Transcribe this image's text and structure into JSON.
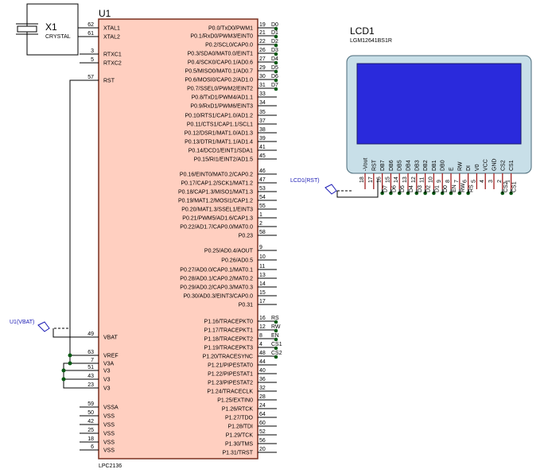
{
  "u1": {
    "ref": "U1",
    "part": "LPC2136",
    "left_pins": [
      {
        "num": "62",
        "name": "XTAL1"
      },
      {
        "num": "61",
        "name": "XTAL2"
      },
      {
        "num": "3",
        "name": "RTXC1"
      },
      {
        "num": "5",
        "name": "RTXC2"
      },
      {
        "num": "57",
        "name": "RST"
      },
      {
        "num": "49",
        "name": "VBAT"
      },
      {
        "num": "63",
        "name": "VREF"
      },
      {
        "num": "7",
        "name": "V3A"
      },
      {
        "num": "51",
        "name": "V3"
      },
      {
        "num": "43",
        "name": "V3"
      },
      {
        "num": "23",
        "name": "V3"
      },
      {
        "num": "59",
        "name": "VSSA"
      },
      {
        "num": "50",
        "name": "VSS"
      },
      {
        "num": "42",
        "name": "VSS"
      },
      {
        "num": "25",
        "name": "VSS"
      },
      {
        "num": "18",
        "name": "VSS"
      },
      {
        "num": "6",
        "name": "VSS"
      }
    ],
    "right_pins": [
      {
        "num": "19",
        "name": "P0.0/TxD0/PWM1",
        "net": "D0"
      },
      {
        "num": "21",
        "name": "P0.1/RxD0/PWM3/EINT0",
        "net": "D1"
      },
      {
        "num": "22",
        "name": "P0.2/SCL0/CAP0.0",
        "net": "D2"
      },
      {
        "num": "26",
        "name": "P0.3/SDA0/MAT0.0/EINT1",
        "net": "D3"
      },
      {
        "num": "27",
        "name": "P0.4/SCK0/CAP0.1/AD0.6",
        "net": "D4"
      },
      {
        "num": "29",
        "name": "P0.5/MISO0/MAT0.1/AD0.7",
        "net": "D5"
      },
      {
        "num": "30",
        "name": "P0.6/MOSI0/CAP0.2/AD1.0",
        "net": "D6"
      },
      {
        "num": "31",
        "name": "P0.7/SSEL0/PWM2/EINT2",
        "net": "D7"
      },
      {
        "num": "33",
        "name": "P0.8/TxD1/PWM4/AD1.1",
        "net": ""
      },
      {
        "num": "34",
        "name": "P0.9/RxD1/PWM6/EINT3",
        "net": ""
      },
      {
        "num": "35",
        "name": "P0.10/RTS1/CAP1.0/AD1.2",
        "net": ""
      },
      {
        "num": "37",
        "name": "P0.11/CTS1/CAP1.1/SCL1",
        "net": ""
      },
      {
        "num": "38",
        "name": "P0.12/DSR1/MAT1.0/AD1.3",
        "net": ""
      },
      {
        "num": "39",
        "name": "P0.13/DTR1/MAT1.1/AD1.4",
        "net": ""
      },
      {
        "num": "41",
        "name": "P0.14/DCD1/EINT1/SDA1",
        "net": ""
      },
      {
        "num": "45",
        "name": "P0.15/RI1/EINT2/AD1.5",
        "net": ""
      },
      {
        "num": "46",
        "name": "P0.16/EINT0/MAT0.2/CAP0.2",
        "net": ""
      },
      {
        "num": "47",
        "name": "P0.17/CAP1.2/SCK1/MAT1.2",
        "net": ""
      },
      {
        "num": "53",
        "name": "P0.18/CAP1.3/MISO1/MAT1.3",
        "net": ""
      },
      {
        "num": "54",
        "name": "P0.19/MAT1.2/MOSI1/CAP1.2",
        "net": ""
      },
      {
        "num": "55",
        "name": "P0.20/MAT1.3/SSEL1/EINT3",
        "net": ""
      },
      {
        "num": "1",
        "name": "P0.21/PWM5/AD1.6/CAP1.3",
        "net": ""
      },
      {
        "num": "2",
        "name": "P0.22/AD1.7/CAP0.0/MAT0.0",
        "net": ""
      },
      {
        "num": "58",
        "name": "P0.23",
        "net": ""
      },
      {
        "num": "9",
        "name": "P0.25/AD0.4/AOUT",
        "net": ""
      },
      {
        "num": "10",
        "name": "P0.26/AD0.5",
        "net": ""
      },
      {
        "num": "11",
        "name": "P0.27/AD0.0/CAP0.1/MAT0.1",
        "net": ""
      },
      {
        "num": "13",
        "name": "P0.28/AD0.1/CAP0.2/MAT0.2",
        "net": ""
      },
      {
        "num": "14",
        "name": "P0.29/AD0.2/CAP0.3/MAT0.3",
        "net": ""
      },
      {
        "num": "15",
        "name": "P0.30/AD0.3/EINT3/CAP0.0",
        "net": ""
      },
      {
        "num": "17",
        "name": "P0.31",
        "net": ""
      },
      {
        "num": "16",
        "name": "P1.16/TRACEPKT0",
        "net": "RS"
      },
      {
        "num": "12",
        "name": "P1.17/TRACEPKT1",
        "net": "RW"
      },
      {
        "num": "8",
        "name": "P1.18/TRACEPKT2",
        "net": "EN"
      },
      {
        "num": "4",
        "name": "P1.19/TRACEPKT3",
        "net": "CS1"
      },
      {
        "num": "48",
        "name": "P1.20/TRACESYNC",
        "net": "CS2"
      },
      {
        "num": "44",
        "name": "P1.21/PIPESTAT0",
        "net": ""
      },
      {
        "num": "40",
        "name": "P1.22/PIPESTAT1",
        "net": ""
      },
      {
        "num": "36",
        "name": "P1.23/PIPESTAT2",
        "net": ""
      },
      {
        "num": "32",
        "name": "P1.24/TRACECLK",
        "net": ""
      },
      {
        "num": "28",
        "name": "P1.25/EXTIN0",
        "net": ""
      },
      {
        "num": "24",
        "name": "P1.26/RTCK",
        "net": ""
      },
      {
        "num": "64",
        "name": "P1.27/TDO",
        "net": ""
      },
      {
        "num": "60",
        "name": "P1.28/TDI",
        "net": ""
      },
      {
        "num": "52",
        "name": "P1.29/TCK",
        "net": ""
      },
      {
        "num": "56",
        "name": "P1.30/TMS",
        "net": ""
      },
      {
        "num": "20",
        "name": "P1.31/TRST",
        "net": ""
      }
    ]
  },
  "x1": {
    "ref": "X1",
    "part": "CRYSTAL"
  },
  "lcd": {
    "ref": "LCD1",
    "part": "LGM12641BS1R",
    "pins": [
      {
        "name": "-Vout",
        "num": "18"
      },
      {
        "name": "RST",
        "num": "17"
      },
      {
        "name": "DB7",
        "num": "16"
      },
      {
        "name": "DB6",
        "num": "15"
      },
      {
        "name": "DB5",
        "num": "14"
      },
      {
        "name": "DB4",
        "num": "13"
      },
      {
        "name": "DB3",
        "num": "12"
      },
      {
        "name": "DB2",
        "num": "11"
      },
      {
        "name": "DB1",
        "num": "10"
      },
      {
        "name": "DB0",
        "num": "9"
      },
      {
        "name": "E",
        "num": "8"
      },
      {
        "name": "RW",
        "num": "7"
      },
      {
        "name": "DI",
        "num": "6"
      },
      {
        "name": "V0",
        "num": "5"
      },
      {
        "name": "VCC",
        "num": "4"
      },
      {
        "name": "GND",
        "num": "3"
      },
      {
        "name": "CS2",
        "num": "2"
      },
      {
        "name": "CS1",
        "num": "1"
      }
    ],
    "bottom_nets": [
      "D7",
      "D6",
      "D5",
      "D4",
      "D3",
      "D2",
      "D1",
      "D0",
      "EN",
      "RW",
      "RS",
      "",
      "",
      "",
      "CS2",
      "CS1"
    ]
  },
  "terminals": {
    "lcd_rst": "LCD1(RST)",
    "u1_vbat": "U1(VBAT)"
  },
  "colors": {
    "wire": "#000000",
    "component_fill": "#ffcfc0",
    "component_stroke": "#7a3020",
    "lcd_frame": "#c8dfe8",
    "lcd_screen": "#2a2adc",
    "pin_red": "#a02020",
    "junction": "#0a5a14",
    "terminal_text": "#1a1ab4"
  }
}
